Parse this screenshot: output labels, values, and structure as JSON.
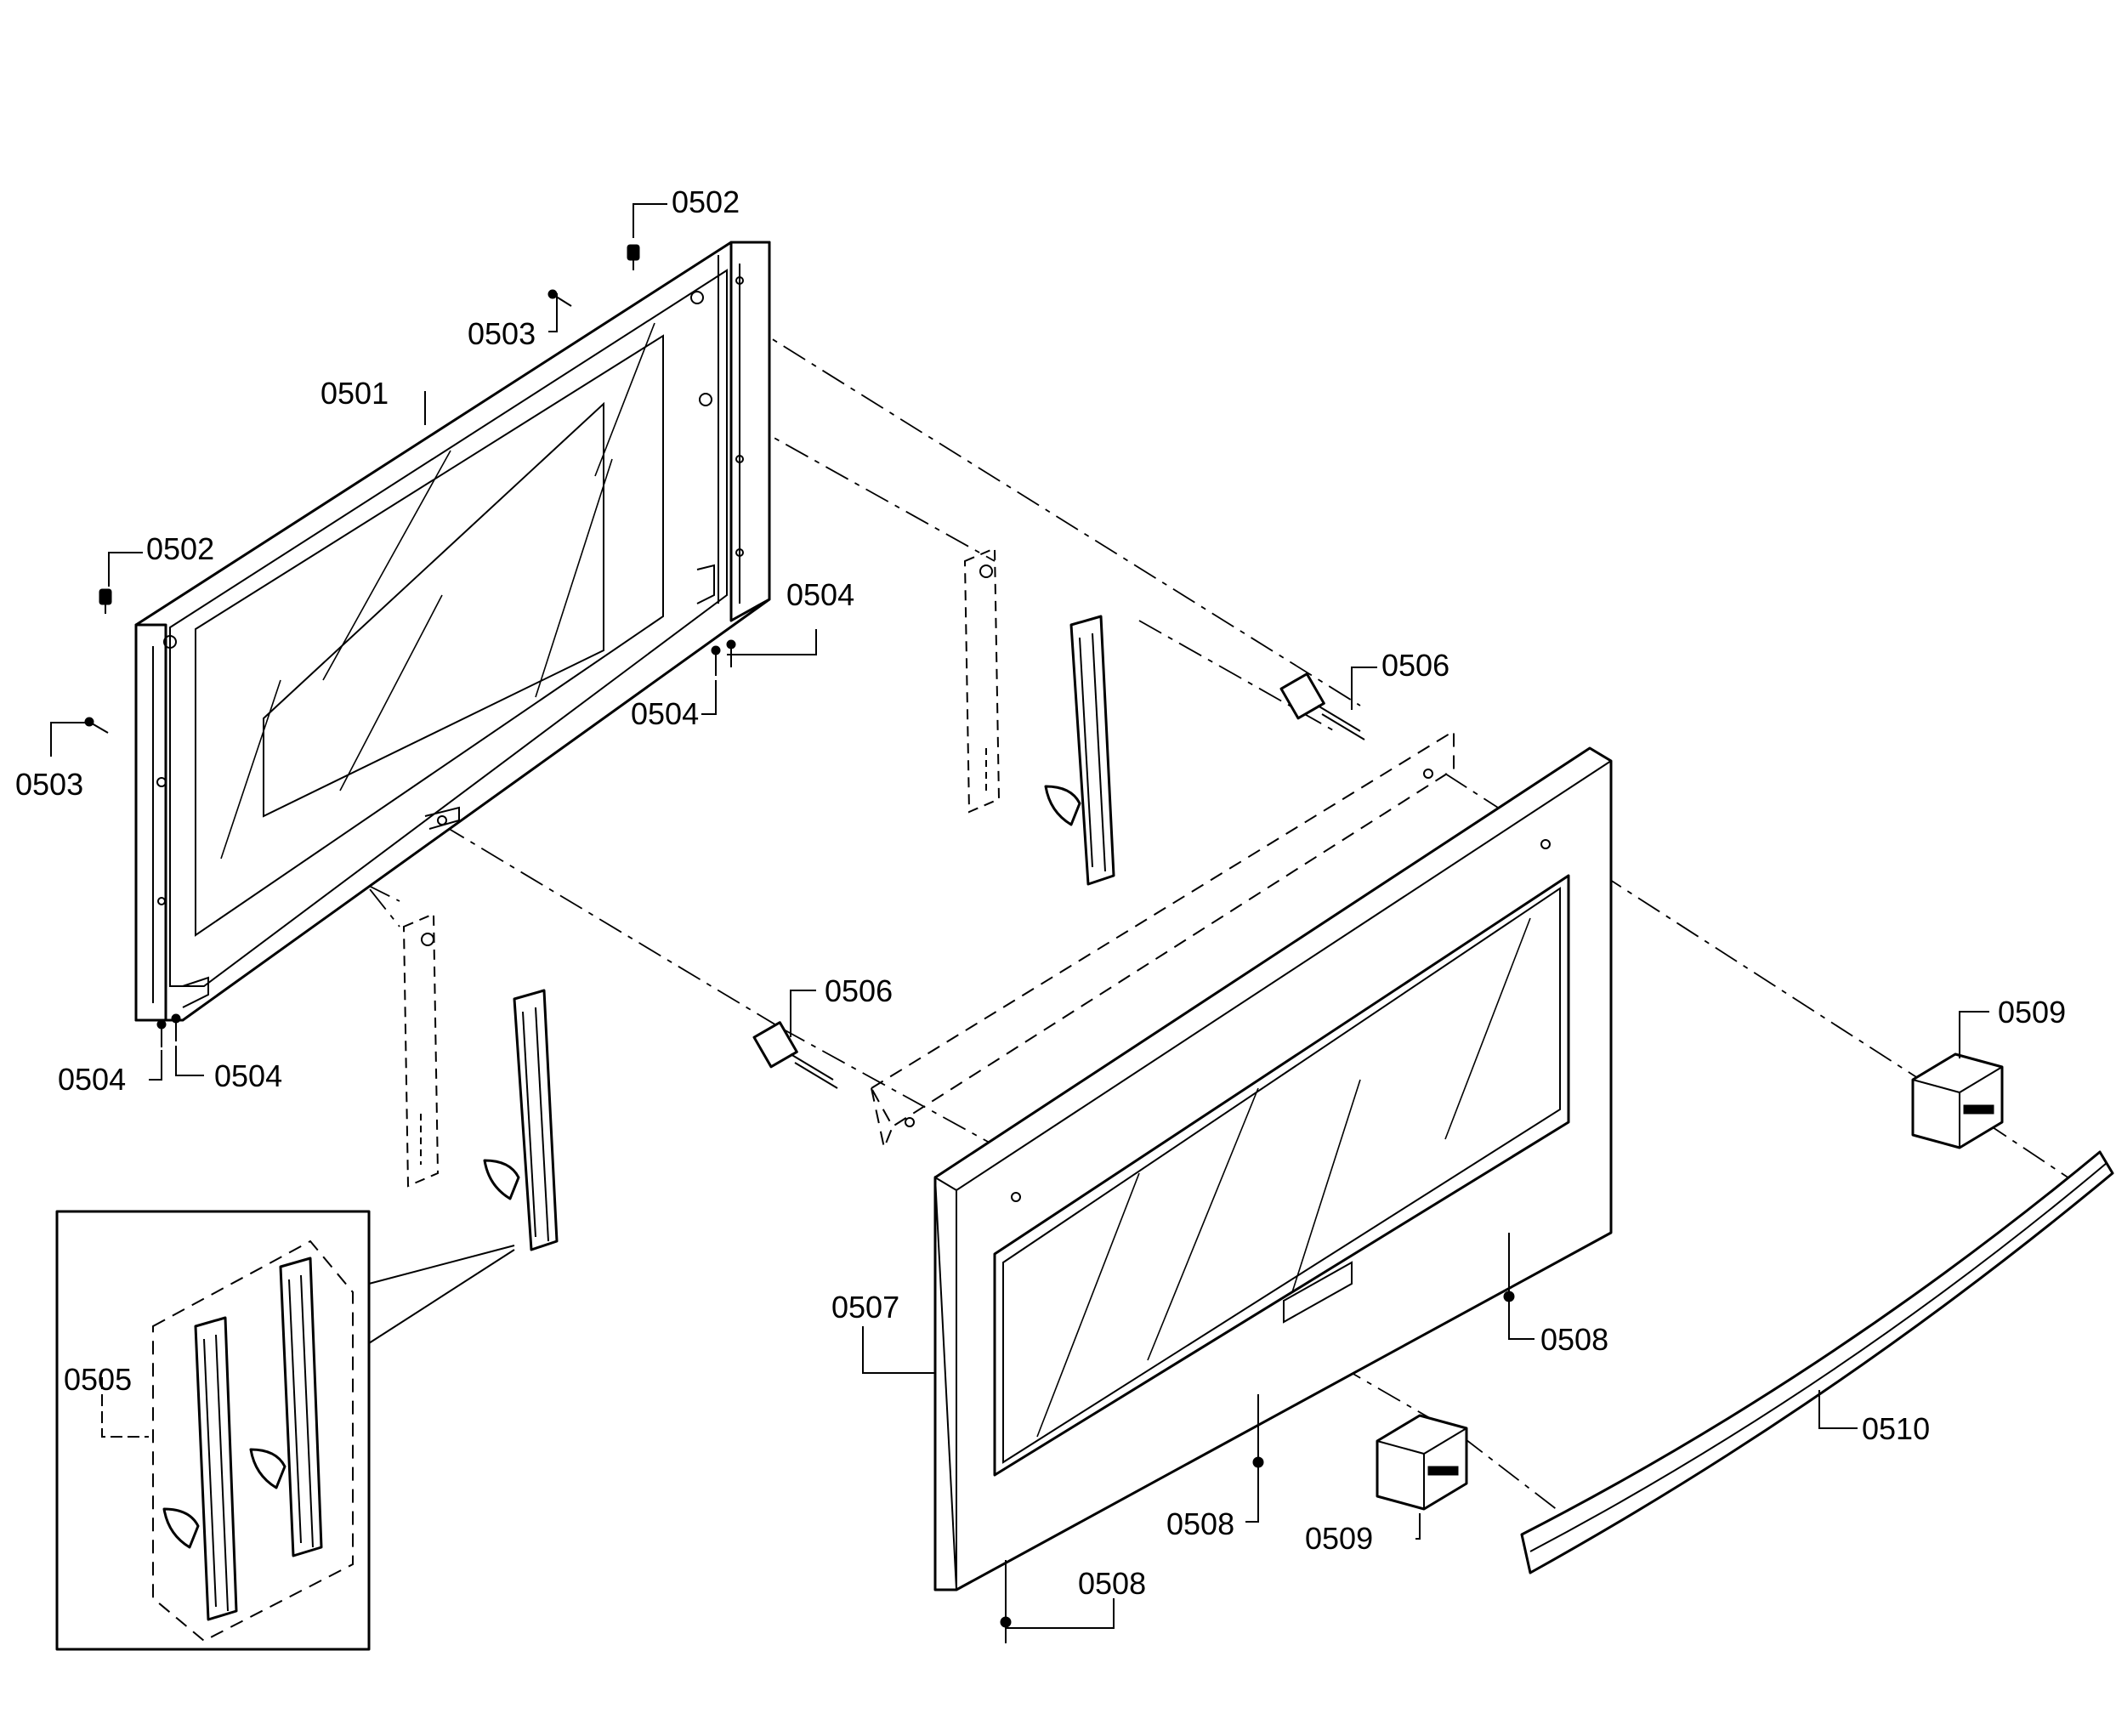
{
  "diagram": {
    "labels": [
      "0501",
      "0502",
      "0502",
      "0503",
      "0503",
      "0504",
      "0504",
      "0504",
      "0504",
      "0505",
      "0506",
      "0506",
      "0507",
      "0508",
      "0508",
      "0508",
      "0509",
      "0509",
      "0510"
    ],
    "colors": {
      "line": "#000000",
      "background": "#ffffff"
    }
  }
}
